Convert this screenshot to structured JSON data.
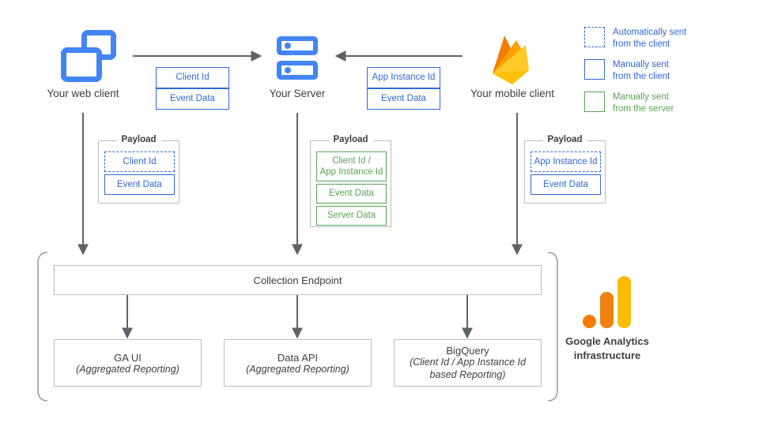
{
  "nodes": {
    "web_client": {
      "label": "Your web client",
      "icon": "windows-icon"
    },
    "server": {
      "label": "Your Server",
      "icon": "server-icon"
    },
    "mobile_client": {
      "label": "Your mobile client",
      "icon": "firebase-icon"
    }
  },
  "transit": {
    "web_to_server": [
      {
        "label": "Client Id",
        "style": "blue"
      },
      {
        "label": "Event Data",
        "style": "blue"
      }
    ],
    "mobile_to_server": [
      {
        "label": "App Instance Id",
        "style": "blue"
      },
      {
        "label": "Event Data",
        "style": "blue"
      }
    ]
  },
  "payloads": {
    "title": "Payload",
    "web": [
      {
        "label": "Client Id",
        "style": "blue-dashed"
      },
      {
        "label": "Event Data",
        "style": "blue"
      }
    ],
    "server": [
      {
        "label": "Client Id /\nApp Instance Id",
        "style": "green"
      },
      {
        "label": "Event Data",
        "style": "green"
      },
      {
        "label": "Server Data",
        "style": "green"
      }
    ],
    "mobile": [
      {
        "label": "App Instance Id",
        "style": "blue-dashed"
      },
      {
        "label": "Event Data",
        "style": "blue"
      }
    ]
  },
  "infrastructure": {
    "collection_endpoint": "Collection Endpoint",
    "outputs": [
      {
        "title": "GA UI",
        "sub": "(Aggregated Reporting)"
      },
      {
        "title": "Data API",
        "sub": "(Aggregated Reporting)"
      },
      {
        "title": "BigQuery",
        "sub": "(Client Id / App Instance Id\nbased Reporting)"
      }
    ],
    "caption": "Google Analytics\ninfrastructure"
  },
  "legend": {
    "items": [
      {
        "text": "Automatically sent\nfrom the client",
        "swatch": "dashed-blue",
        "color": "#3367d6"
      },
      {
        "text": "Manually sent\nfrom the client",
        "swatch": "solid-blue",
        "color": "#3367d6"
      },
      {
        "text": "Manually sent\nfrom the server",
        "swatch": "solid-green",
        "color": "#5aa454"
      }
    ]
  },
  "colors": {
    "blue": "#3367d6",
    "icon_blue": "#4285f4",
    "green": "#5aa454",
    "gray_line": "#757575",
    "gray_border": "#bdbdbd",
    "text": "#3c4043",
    "ga_orange": "#f57c00",
    "ga_amber": "#fbbc04"
  }
}
